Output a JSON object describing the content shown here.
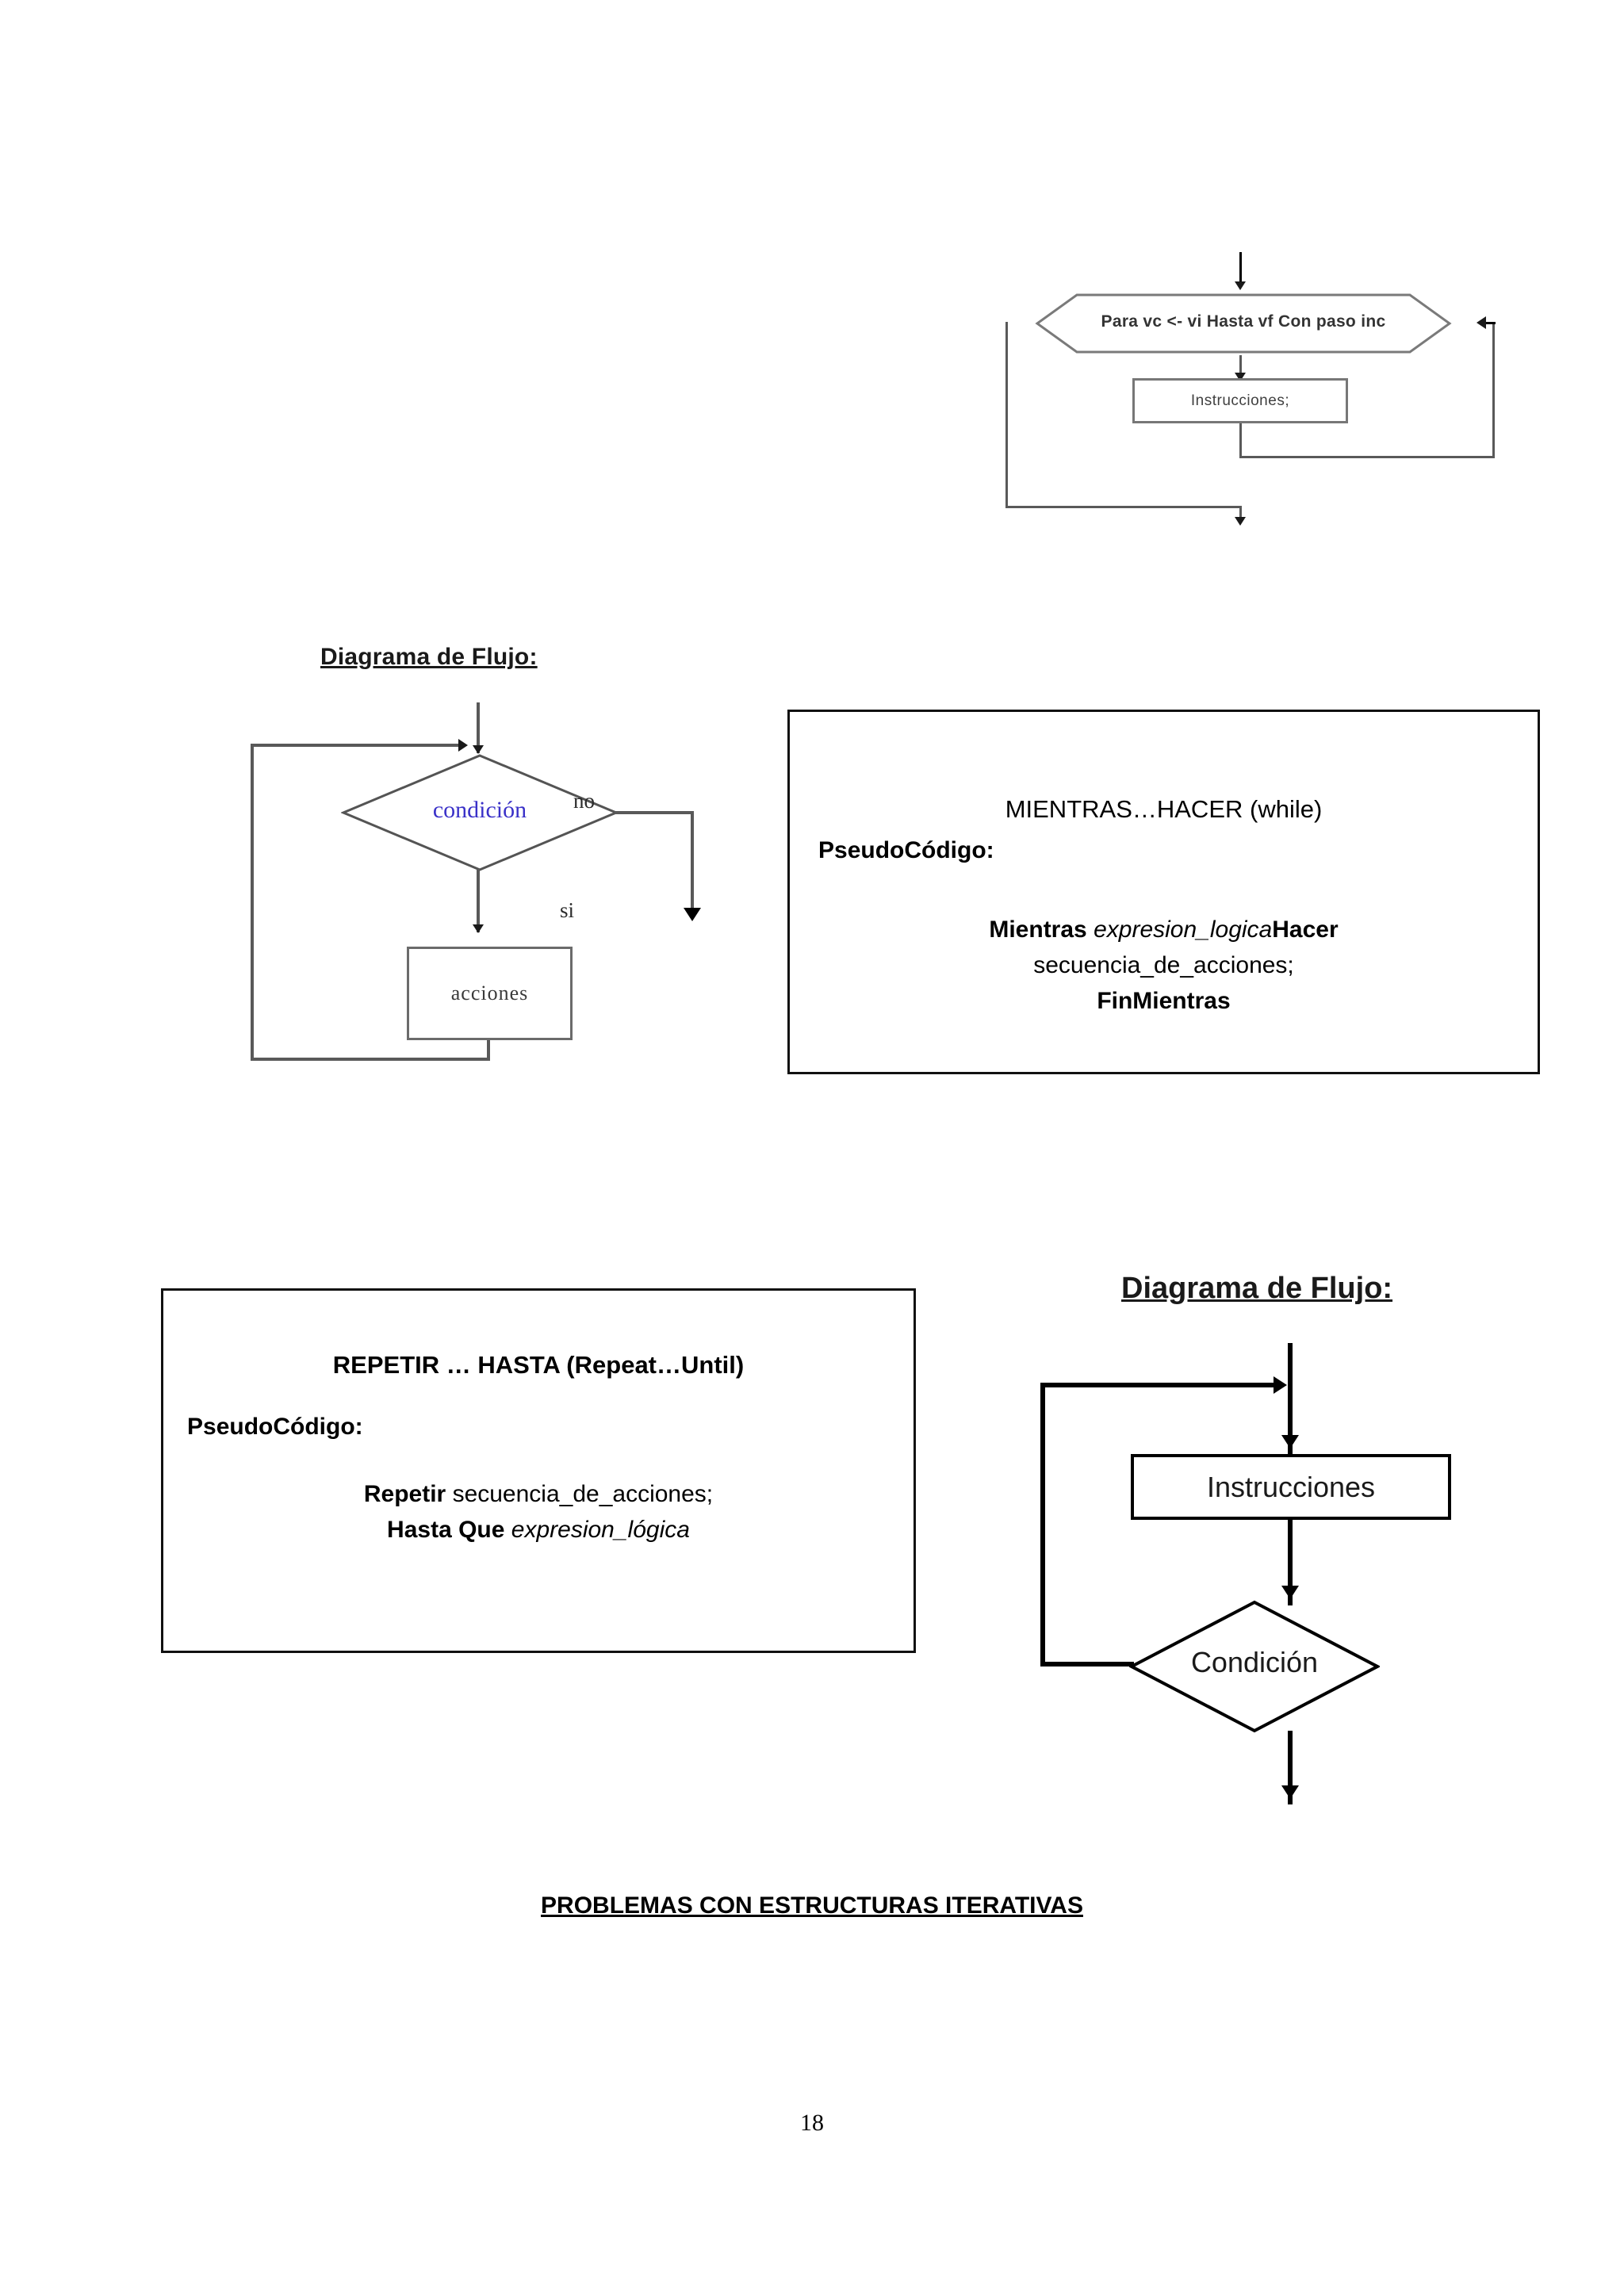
{
  "document": {
    "page_number": "18",
    "section_heading": "PROBLEMAS CON ESTRUCTURAS ITERATIVAS"
  },
  "for_diagram": {
    "name": "para-flowchart",
    "decision_label": "Para vc <- vi Hasta vf Con paso inc",
    "process_label": "Instrucciones;"
  },
  "while_diagram": {
    "title": "Diagrama de Flujo:",
    "decision_label": "condición",
    "decision_color": "#3a31c8",
    "process_label": "acciones",
    "branch_no": "no",
    "branch_yes": "si"
  },
  "while_box": {
    "title": "MIENTRAS…HACER (while)",
    "pseudocode_label": "PseudoCódigo:",
    "code": {
      "line1_kw1": "Mientras ",
      "line1_it": "expresion_logica",
      "line1_kw2": "Hacer",
      "line2": "secuencia_de_acciones;",
      "line3": "FinMientras"
    }
  },
  "repeat_box": {
    "title": "REPETIR … HASTA (Repeat…Until)",
    "pseudocode_label": "PseudoCódigo:",
    "code": {
      "line1_kw": "Repetir ",
      "line1_rest": "secuencia_de_acciones;",
      "line2_kw": "Hasta Que ",
      "line2_it": "expresion_lógica"
    }
  },
  "repeat_diagram": {
    "title": "Diagrama de Flujo:",
    "process_label": "Instrucciones",
    "decision_label": "Condición"
  }
}
